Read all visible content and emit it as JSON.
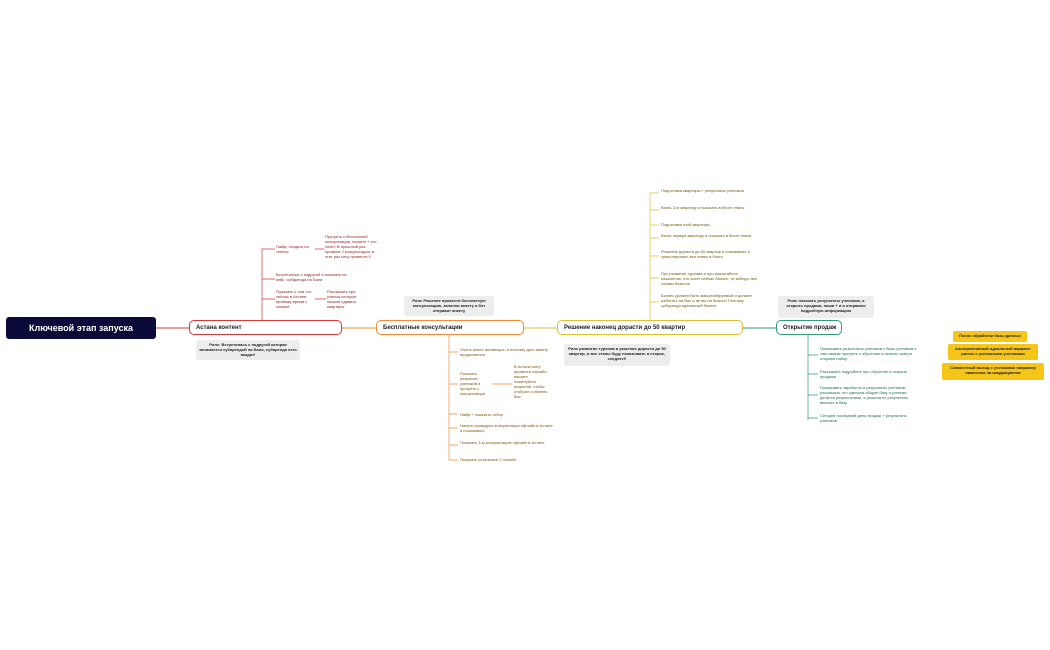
{
  "colors": {
    "root_bg": "#0b0b3a",
    "red": "#d33b3b",
    "orange": "#ef8c35",
    "yellow": "#d9c234",
    "green": "#2e9d78",
    "note_bg": "#ededed",
    "sticky": "#f5c518"
  },
  "root": {
    "label": "Ключевой этап запуска"
  },
  "astana": {
    "label": "Астана контент",
    "items": [
      "Лайф: сходить на теннис",
      "Встретилась с подругой и показать не кейс: субаренда на Бали",
      "Показать о том что сейчас в Астане: провожу время с семьей"
    ],
    "sub": [
      "Прогреть к бесплатной консультации, пишите + кто хочет. В прошлый раз провела 2 консультации, в этот раз хочу провести 5",
      "Рассказать про учениц которые начали сдавать квартиры"
    ],
    "note": "Рилс: Встретилась с подругой которая занимается субарендой на Бали, субаренда есть вкадат!"
  },
  "consult": {
    "label": "Бесплатные консультации",
    "note": "Рилс Решение провести бесплатную консультацию, заполни анкету и бот отправит анкету",
    "items": [
      "Очень много желающих, я поэтому дать анкету продолжился",
      "Показать результат учеников и прогреть к консультации",
      "Лайф + показать отбор",
      "Начать проводить консультации офлайн в Астане и показывать",
      "Показать 2-ю консультацию офлайн в Астане",
      "Показать остальные 2 онлайн"
    ],
    "sub": "В Астане могу провести офлайн, пишите пожалуйста искренне, чтобы отобрал и именно Вас"
  },
  "decision": {
    "label": "Решение наконец дорасти до 50 квартир",
    "note": "Рилс развитие туризма и решение дорасти до 50 квартир, и все этапы буду показывать в сторис, следите!!",
    "items": [
      "Подготовка квартиры + результаты учеников",
      "Взять 2-ю квартиру и показать в блоге этапы",
      "Подготовка этой квартиры",
      "Взять первую квартиру и показать в блоге этапы",
      "Решение дорасти до 50 квартир и показывать и транслировать все этапы в блоге",
      "Про развитие туризма и про масштабное мышление, кто хочет сейчас бизнес, те заберут все сливки бизнеса",
      "Бизнес должен быть масштабируемый и должен работать на Вас а не вы на бизнес! Поэтому субаренда идеальный бизнес"
    ]
  },
  "sales": {
    "label": "Открытие продаж",
    "note": "Рилс показать результаты учеников, я открыть продажи, пиши + и я отправлю подробную информацию",
    "items": [
      "Показывать результаты учеников с базы учеников и там самым прогреть к обучению и сказать завтра откроем набор",
      "Рассказать подробнее про обучение и открыть продажи",
      "Показывать заработок и результаты учеников, рассказать что сделала общую базу и ученики делятся результатами, я решила их результаты вписать в базу",
      "Сегодня последний день продаж + результаты учеников"
    ]
  },
  "stickies": [
    "После обработки базы данных",
    "Альтернативный идеальный вариант: рилсы с успешными учениками",
    "Совместный выход с учениками например пакатался на квадрациклов"
  ]
}
